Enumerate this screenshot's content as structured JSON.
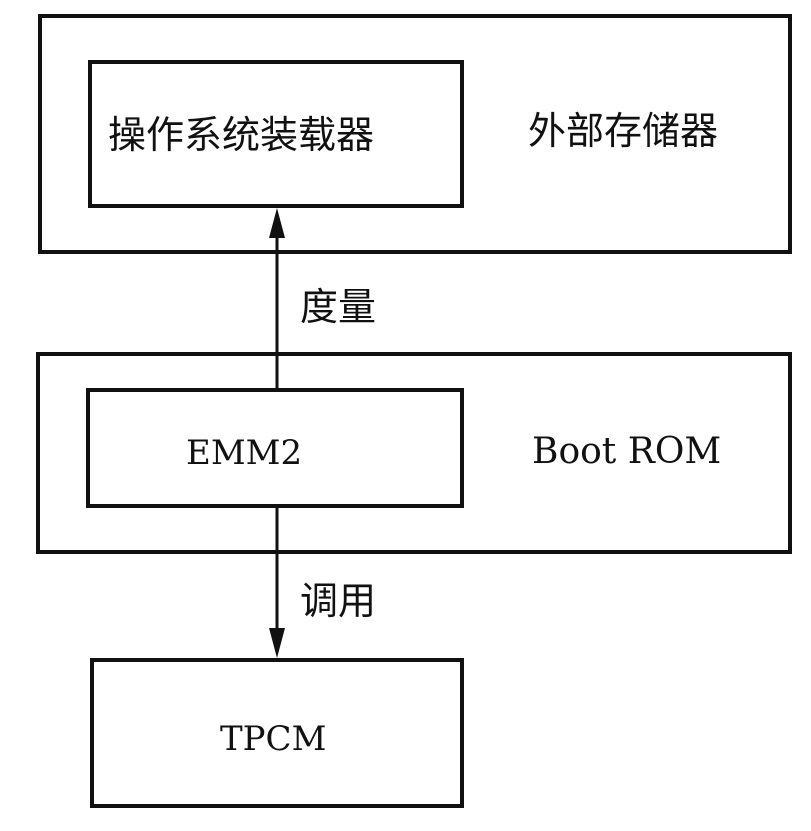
{
  "external_storage": {
    "label": "外部存储器",
    "inner": {
      "label": "操作系统装载器"
    }
  },
  "boot_rom": {
    "label": "Boot ROM",
    "inner": {
      "label": "EMM2"
    }
  },
  "tpcm": {
    "label": "TPCM"
  },
  "edges": {
    "measure_label": "度量",
    "call_label": "调用"
  }
}
